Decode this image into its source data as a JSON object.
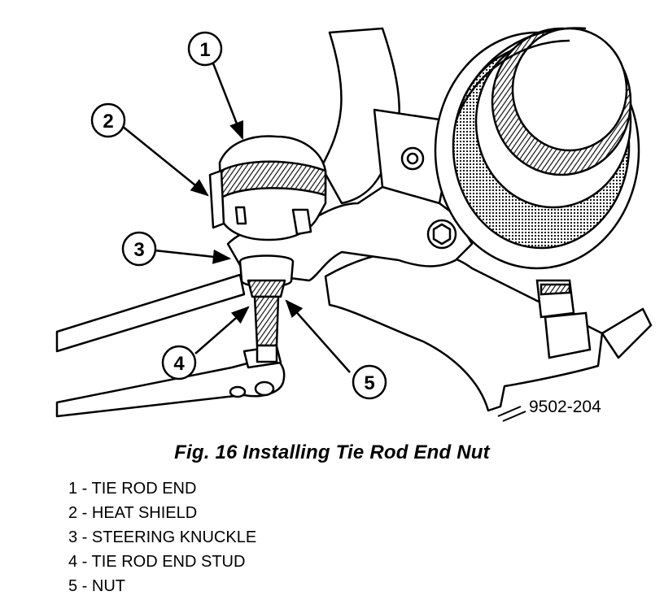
{
  "figure": {
    "callouts": [
      "1",
      "2",
      "3",
      "4",
      "5"
    ],
    "figure_id": "9502-204"
  },
  "caption": "Fig. 16 Installing Tie Rod End Nut",
  "legend": [
    "1 - TIE ROD END",
    "2 - HEAT SHIELD",
    "3 - STEERING KNUCKLE",
    "4 - TIE ROD END STUD",
    "5 - NUT"
  ]
}
